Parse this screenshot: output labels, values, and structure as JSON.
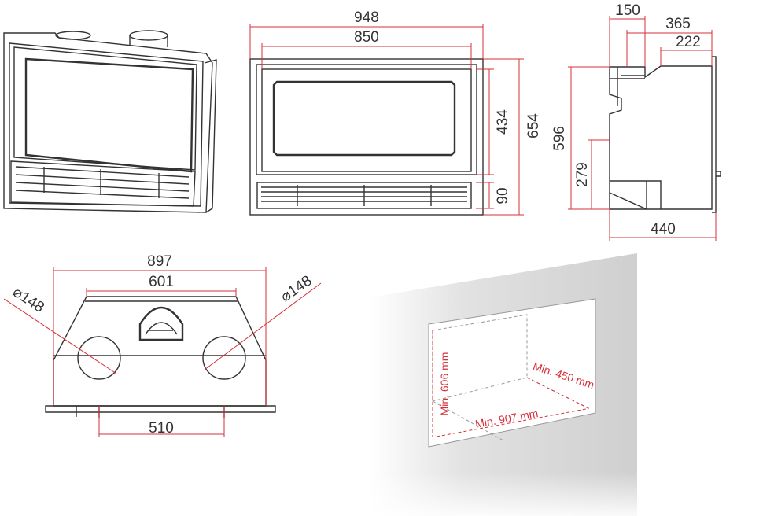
{
  "front_view": {
    "total_width": "948",
    "glass_width": "850",
    "glass_height": "434",
    "total_height": "654",
    "grille_height": "90"
  },
  "side_view": {
    "top_offset": "150",
    "depth_upper": "365",
    "depth_top": "222",
    "height": "596",
    "lower_height": "279",
    "depth": "440"
  },
  "top_view": {
    "total_width": "897",
    "inner_width": "601",
    "duct_left": "⌀148",
    "duct_right": "⌀148",
    "duct_spacing": "510"
  },
  "niche": {
    "min_height": "Min. 606 mm",
    "min_depth": "Min. 450 mm",
    "min_width": "Min. 907 mm"
  },
  "colors": {
    "dimension": "#d6303a",
    "line": "#333333"
  }
}
